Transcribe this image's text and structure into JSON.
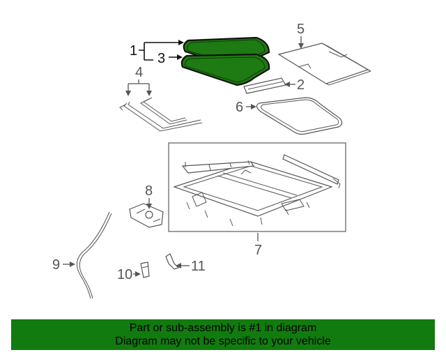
{
  "callouts": {
    "c1": "1",
    "c2": "2",
    "c3": "3",
    "c4": "4",
    "c5": "5",
    "c6": "6",
    "c7": "7",
    "c8": "8",
    "c9": "9",
    "c10": "10",
    "c11": "11"
  },
  "colors": {
    "highlight": "#1e7a12",
    "banner": "#127b0f",
    "line": "#555555"
  },
  "footer": {
    "line1": "Part or sub-assembly is #1 in diagram",
    "line2": "Diagram may not be specific to your vehicle"
  }
}
